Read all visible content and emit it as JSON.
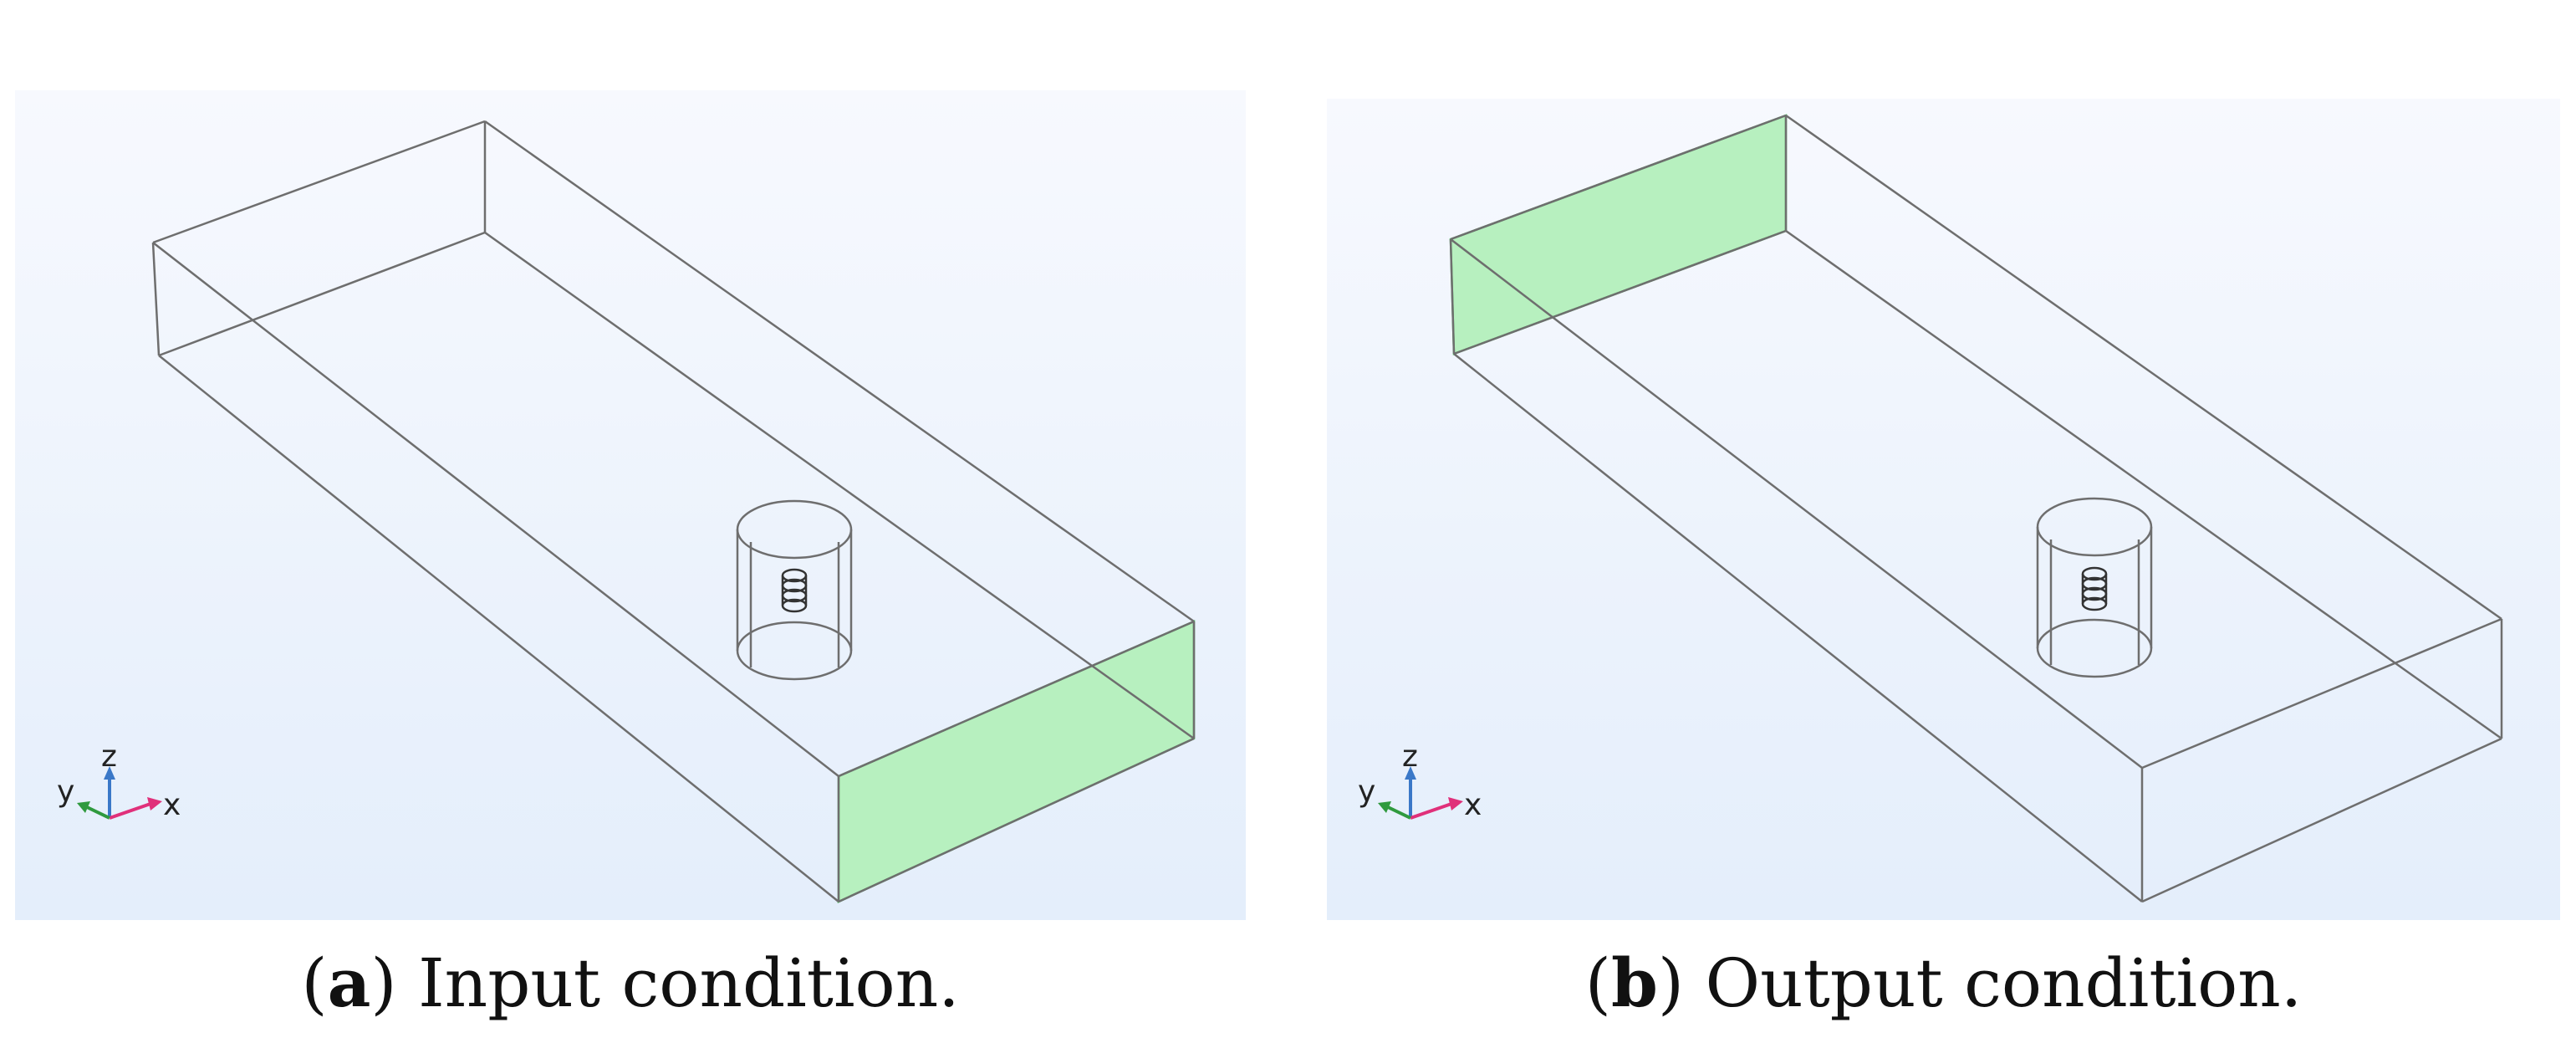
{
  "panels": [
    {
      "label": "a",
      "caption": "Input condition.",
      "highlighted_face": "inlet",
      "axes": {
        "x": "x",
        "y": "y",
        "z": "z"
      }
    },
    {
      "label": "b",
      "caption": "Output condition.",
      "highlighted_face": "outlet",
      "axes": {
        "x": "x",
        "y": "y",
        "z": "z"
      }
    }
  ],
  "colors": {
    "viewport_top": "#f7f9fe",
    "viewport_bottom": "#e4eefb",
    "wireframe": "#6e6e6e",
    "highlight_fill": "#b7f0bf",
    "highlight_edge": "#4fbf5f",
    "axis_x": "#e0307a",
    "axis_y": "#2f9a3e",
    "axis_z": "#3a78c8"
  }
}
